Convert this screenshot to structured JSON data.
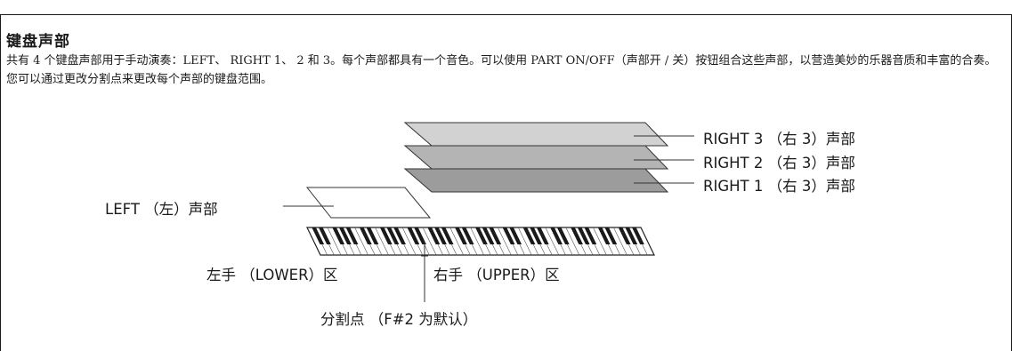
{
  "section": {
    "title": "键盘声部",
    "description": "共有 4 个键盘声部用于手动演奏：LEFT、 RIGHT 1、 2 和 3。每个声部都具有一个音色。可以使用 PART ON/OFF（声部开 / 关）按钮组合这些声部，以营造美妙的乐器音质和丰富的合奏。您可以通过更改分割点来更改每个声部的键盘范围。"
  },
  "diagram": {
    "labels": {
      "right3": "RIGHT 3 （右 3）声部",
      "right2": "RIGHT 2 （右 3）声部",
      "right1": "RIGHT 1 （右 3）声部",
      "left": "LEFT （左）声部",
      "lower": "左手 （LOWER）区",
      "upper": "右手 （UPPER）区",
      "split": "分割点 （F#2 为默认）"
    },
    "colors": {
      "right3": "#d2d2d2",
      "right2": "#b4b4b4",
      "right1": "#9c9c9c",
      "left": "#ffffff"
    }
  }
}
